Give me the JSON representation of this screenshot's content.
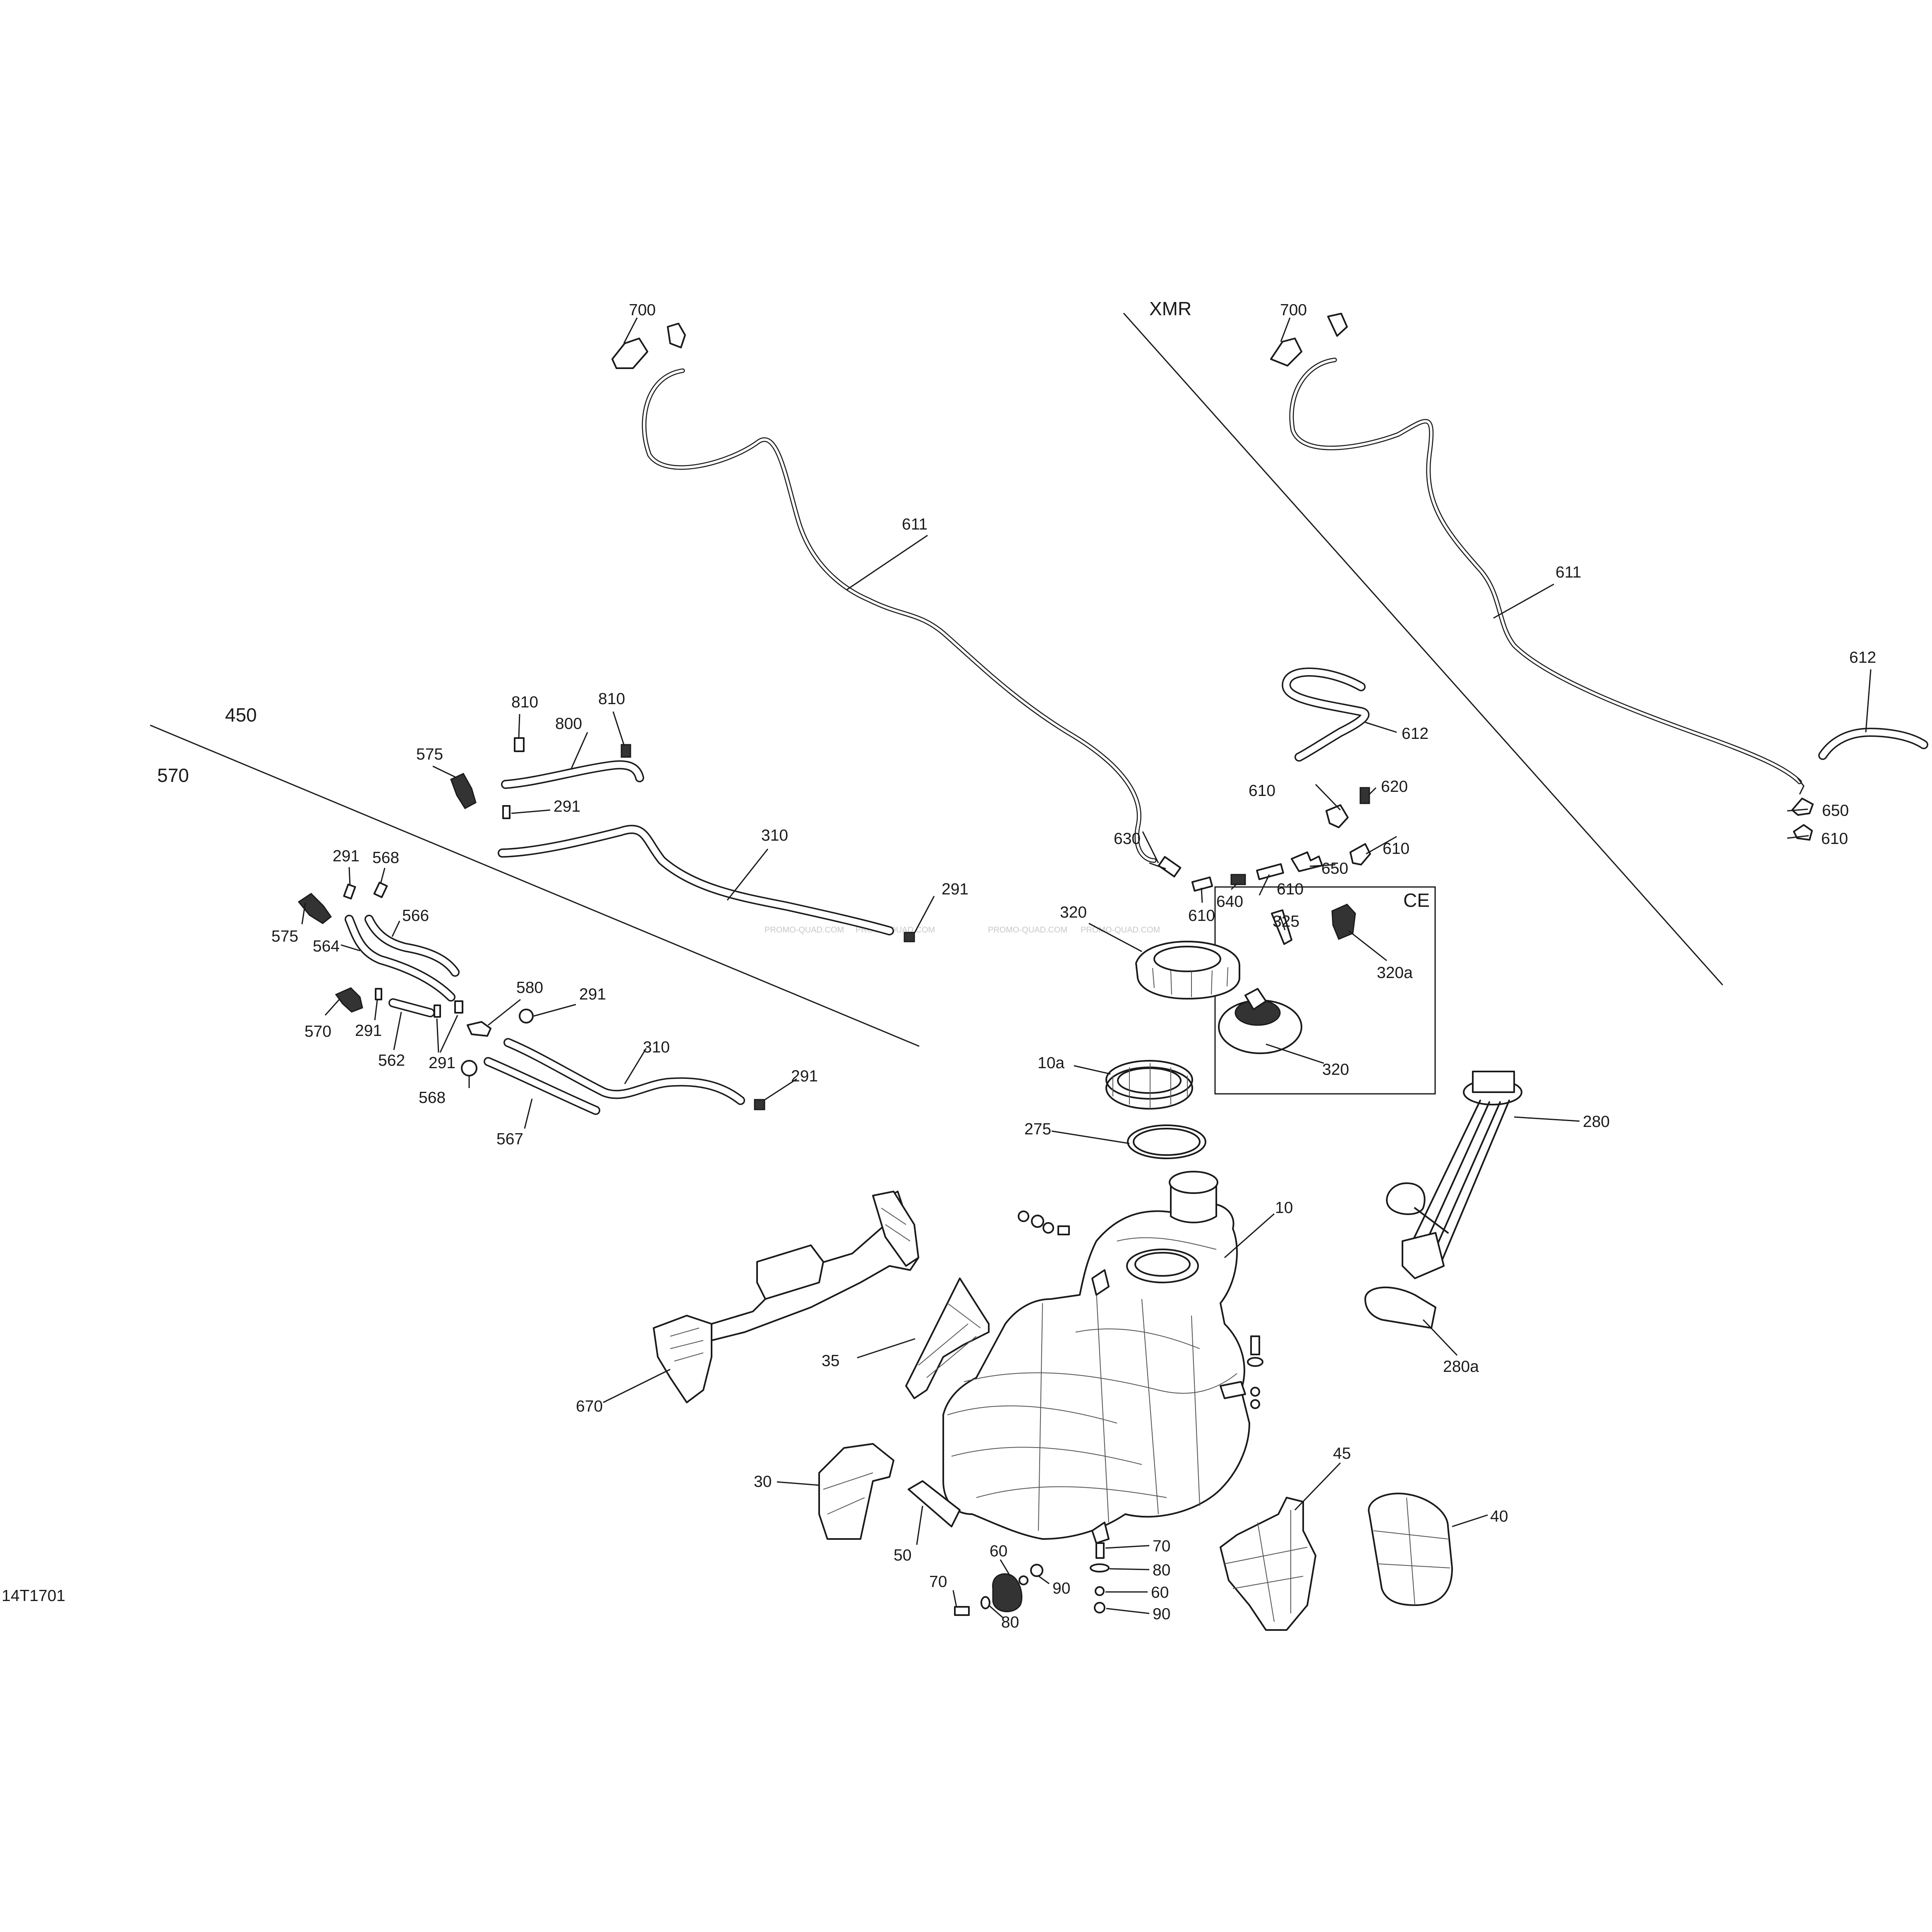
{
  "diagram": {
    "sections": {
      "xmr": "XMR",
      "v450": "450",
      "v570": "570",
      "ce": "CE"
    },
    "drawing_code": "14T1701",
    "watermark": "PROMO-QUAD.COM",
    "callouts": {
      "c700a": "700",
      "c700b": "700",
      "c611a": "611",
      "c611b": "611",
      "c612a": "612",
      "c612b": "612",
      "c810a": "810",
      "c810b": "810",
      "c800": "800",
      "c575a": "575",
      "c575b": "575",
      "c291a": "291",
      "c291b": "291",
      "c291c": "291",
      "c291d": "291",
      "c291e": "291",
      "c291f": "291",
      "c291g": "291",
      "c310a": "310",
      "c310b": "310",
      "c568a": "568",
      "c568b": "568",
      "c566": "566",
      "c564": "564",
      "c570": "570",
      "c562": "562",
      "c580": "580",
      "c567": "567",
      "c610a": "610",
      "c610b": "610",
      "c610c": "610",
      "c610d": "610",
      "c610e": "610",
      "c620": "620",
      "c630": "630",
      "c640": "640",
      "c650a": "650",
      "c650b": "650",
      "c320a": "320",
      "c320b": "320",
      "c320c": "320a",
      "c325": "325",
      "c10a": "10a",
      "c275": "275",
      "c10": "10",
      "c280": "280",
      "c280a": "280a",
      "c35": "35",
      "c670": "670",
      "c30": "30",
      "c50": "50",
      "c45": "45",
      "c40": "40",
      "c60a": "60",
      "c60b": "60",
      "c70a": "70",
      "c70b": "70",
      "c80a": "80",
      "c80b": "80",
      "c90a": "90",
      "c90b": "90"
    }
  }
}
